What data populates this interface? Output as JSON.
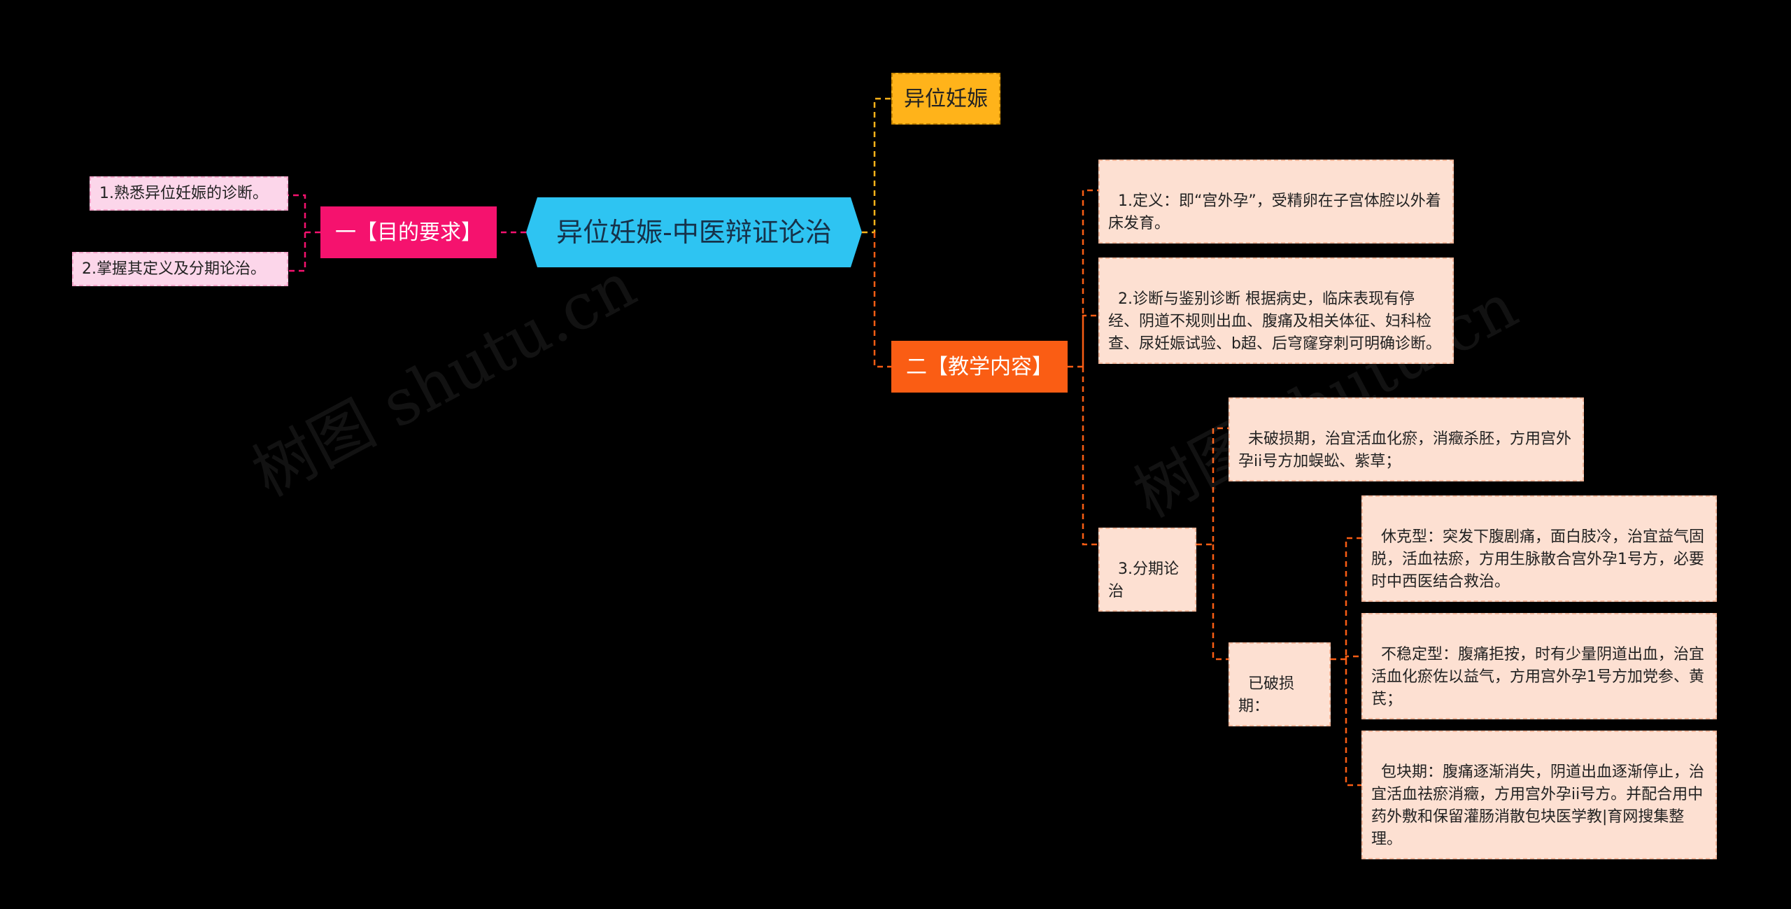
{
  "root": {
    "label": "异位妊娠-中医辩证论治"
  },
  "branch_left": {
    "label": "一【目的要求】",
    "items": [
      "1.熟悉异位妊娠的诊断。",
      "2.掌握其定义及分期论治。"
    ]
  },
  "branch_top": {
    "label": "异位妊娠"
  },
  "branch_right": {
    "label": "二【教学内容】",
    "definition": "1.定义：即“宫外孕”，受精卵在子宫体腔以外着床发育。",
    "diagnosis": "2.诊断与鉴别诊断 根据病史，临床表现有停经、阴道不规则出血、腹痛及相关体征、妇科检查、尿妊娠试验、b超、后穹窿穿刺可明确诊断。",
    "staging": {
      "label": "3.分期论治",
      "unruptured": "未破损期，治宜活血化瘀，消癥杀胚，方用宫外孕ii号方加蜈蚣、紫草；",
      "ruptured": {
        "label": "已破损期：",
        "shock": "休克型：突发下腹剧痛，面白肢冷，治宜益气固脱，活血祛瘀，方用生脉散合宫外孕1号方，必要时中西医结合救治。",
        "unstable": "不稳定型：腹痛拒按，时有少量阴道出血，治宜活血化瘀佐以益气，方用宫外孕1号方加党参、黄芪；",
        "mass": "包块期：腹痛逐渐消失，阴道出血逐渐停止，治宜活血祛瘀消癥，方用宫外孕ii号方。并配合用中药外敷和保留灌肠消散包块医学教|育网搜集整理。"
      }
    }
  },
  "watermark": "树图 shutu.cn",
  "colors": {
    "root": "#2ec4f2",
    "left_branch": "#f5126e",
    "right_branch": "#fa5d14",
    "top_branch": "#ffb31a",
    "leaf_pink": "#fcd6ea",
    "leaf_peach": "#fde0d2"
  }
}
